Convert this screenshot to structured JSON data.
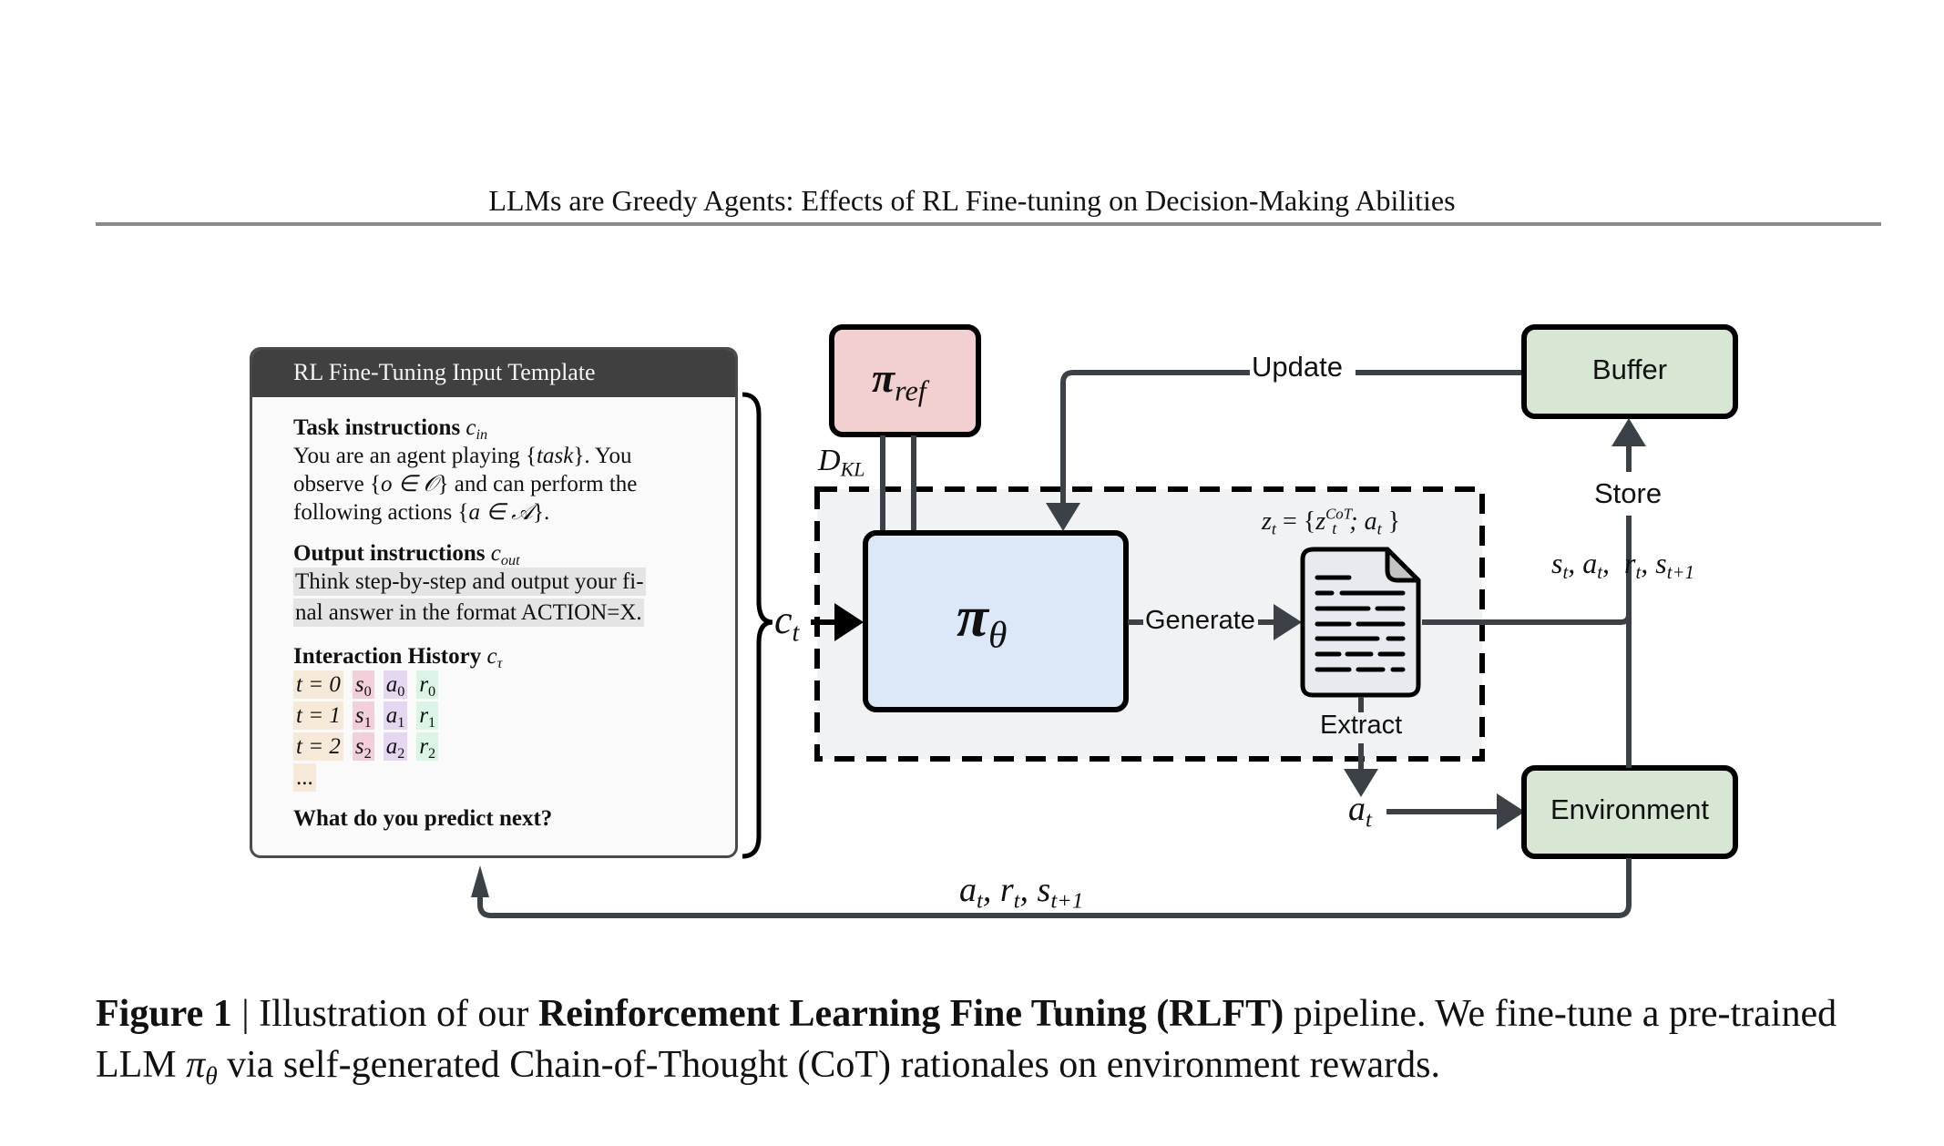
{
  "running_head": "LLMs are Greedy Agents: Effects of RL Fine-tuning on Decision-Making Abilities",
  "template": {
    "header": "RL Fine-Tuning Input Template",
    "task": {
      "title": "Task instructions",
      "symbol": "c",
      "symbol_sub": "in",
      "text_1": "You are an agent playing {",
      "text_task": "task",
      "text_2": "}. You observe {",
      "text_obs": "o ∈ 𝒪",
      "text_3": "} and can perform the following actions {",
      "text_act": "a ∈ 𝒜",
      "text_4": "}."
    },
    "output": {
      "title": "Output instructions",
      "symbol": "c",
      "symbol_sub": "out",
      "line_1": "Think step-by-step and output your fi-",
      "line_2": "nal answer in the format ACTION=X."
    },
    "history": {
      "title": "Interaction History",
      "symbol": "c",
      "symbol_sub": "τ",
      "rows": [
        {
          "t": "t = 0",
          "s": "s",
          "s_sub": "0",
          "a": "a",
          "a_sub": "0",
          "r": "r",
          "r_sub": "0"
        },
        {
          "t": "t = 1",
          "s": "s",
          "s_sub": "1",
          "a": "a",
          "a_sub": "1",
          "r": "r",
          "r_sub": "1"
        },
        {
          "t": "t = 2",
          "s": "s",
          "s_sub": "2",
          "a": "a",
          "a_sub": "2",
          "r": "r",
          "r_sub": "2"
        }
      ],
      "ellipsis": "..."
    },
    "prompt": "What do you predict next?"
  },
  "diagram": {
    "context_label": "c",
    "context_sub": "t",
    "pi_ref": {
      "symbol": "π",
      "sub": "ref"
    },
    "dkl": {
      "symbol": "D",
      "sub": "KL"
    },
    "policy": {
      "symbol": "π",
      "sub": "θ"
    },
    "generate_label": "Generate",
    "update_label": "Update",
    "extract_label": "Extract",
    "store_label": "Store",
    "buffer_label": "Buffer",
    "environment_label": "Environment",
    "z_label": {
      "lhs": "z",
      "lhs_sub": "t",
      "eq": " = {",
      "inner": "z",
      "inner_sup": "CoT",
      "inner_sub": "t",
      "rest": "; a",
      "rest_sub": "t",
      "close": "}"
    },
    "action_label": {
      "symbol": "a",
      "sub": "t"
    },
    "store_tuple": "s_t, a_t, r_t, s_{t+1}",
    "feedback_tuple": "a_t, r_t, s_{t+1}",
    "colors": {
      "pi_ref_fill": "#f2d0cf",
      "policy_fill": "#dce7f7",
      "green_fill": "#d8e6d4",
      "dashed_fill": "#f1f2f4",
      "arrow": "#3c4148",
      "template_header": "#404040"
    }
  },
  "caption": {
    "label": "Figure 1",
    "sep": " | ",
    "text_1": "Illustration of our ",
    "bold": "Reinforcement Learning Fine Tuning (RLFT)",
    "text_2": " pipeline. We fine-tune a pre-trained LLM ",
    "pi": "π",
    "pi_sub": "θ",
    "text_3": " via self-generated Chain-of-Thought (CoT) rationales on environment rewards."
  }
}
